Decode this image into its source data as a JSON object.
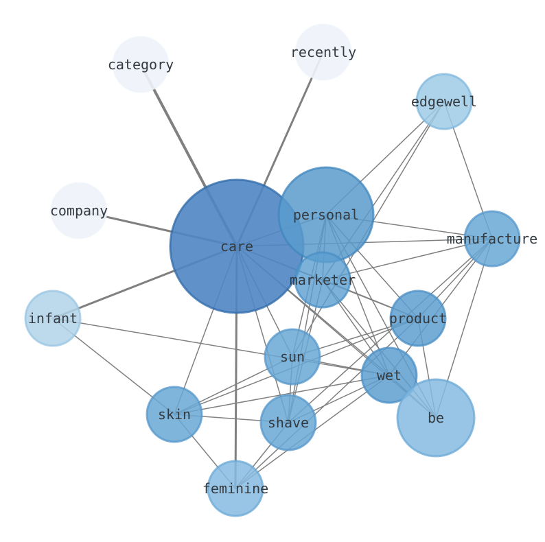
{
  "graph": {
    "nodes": [
      {
        "id": "care",
        "label": "care",
        "color": "#4f86c3",
        "stroke": "#2f6aa8",
        "opacity": 0.9
      },
      {
        "id": "personal",
        "label": "personal",
        "color": "#5a9bcc",
        "stroke": "#3f85bd",
        "opacity": 0.85
      },
      {
        "id": "marketer",
        "label": "marketer",
        "color": "#5b9fcf",
        "stroke": "#4a8fc5",
        "opacity": 0.8
      },
      {
        "id": "product",
        "label": "product",
        "color": "#5e9fcf",
        "stroke": "#4a8fc5",
        "opacity": 0.85
      },
      {
        "id": "wet",
        "label": "wet",
        "color": "#5e9fcf",
        "stroke": "#4a8fc5",
        "opacity": 0.85
      },
      {
        "id": "sun",
        "label": "sun",
        "color": "#6aa8d5",
        "stroke": "#5597cb",
        "opacity": 0.85
      },
      {
        "id": "shave",
        "label": "shave",
        "color": "#6aa8d5",
        "stroke": "#5597cb",
        "opacity": 0.85
      },
      {
        "id": "skin",
        "label": "skin",
        "color": "#6aa8d5",
        "stroke": "#5597cb",
        "opacity": 0.85
      },
      {
        "id": "manufacture",
        "label": "manufacture",
        "color": "#6aa8d5",
        "stroke": "#5597cb",
        "opacity": 0.85
      },
      {
        "id": "be",
        "label": "be",
        "color": "#86bbe0",
        "stroke": "#6aa8d5",
        "opacity": 0.85
      },
      {
        "id": "feminine",
        "label": "feminine",
        "color": "#86bbe0",
        "stroke": "#6aa8d5",
        "opacity": 0.85
      },
      {
        "id": "edgewell",
        "label": "edgewell",
        "color": "#9fcbe6",
        "stroke": "#7fb7dc",
        "opacity": 0.85
      },
      {
        "id": "infant",
        "label": "infant",
        "color": "#b1d3ea",
        "stroke": "#99c4e2",
        "opacity": 0.85
      },
      {
        "id": "category",
        "label": "category",
        "color": "#eef3fa",
        "stroke": "#eef3fa",
        "opacity": 0.9
      },
      {
        "id": "recently",
        "label": "recently",
        "color": "#eef3fa",
        "stroke": "#eef3fa",
        "opacity": 0.9
      },
      {
        "id": "company",
        "label": "company",
        "color": "#eef3fa",
        "stroke": "#eef3fa",
        "opacity": 0.9
      }
    ],
    "edges": [
      {
        "source": "care",
        "target": "category",
        "weight": 4
      },
      {
        "source": "care",
        "target": "recently",
        "weight": 3
      },
      {
        "source": "care",
        "target": "company",
        "weight": 3
      },
      {
        "source": "care",
        "target": "infant",
        "weight": 3
      },
      {
        "source": "care",
        "target": "feminine",
        "weight": 3
      },
      {
        "source": "care",
        "target": "personal",
        "weight": 1.5
      },
      {
        "source": "care",
        "target": "manufacture",
        "weight": 1.5
      },
      {
        "source": "care",
        "target": "marketer",
        "weight": 1.5
      },
      {
        "source": "care",
        "target": "product",
        "weight": 1.5
      },
      {
        "source": "care",
        "target": "wet",
        "weight": 1.5
      },
      {
        "source": "care",
        "target": "sun",
        "weight": 1.5
      },
      {
        "source": "care",
        "target": "shave",
        "weight": 1.5
      },
      {
        "source": "care",
        "target": "skin",
        "weight": 1.5
      },
      {
        "source": "care",
        "target": "be",
        "weight": 1.5
      },
      {
        "source": "personal",
        "target": "edgewell",
        "weight": 1.5
      },
      {
        "source": "personal",
        "target": "manufacture",
        "weight": 1.5
      },
      {
        "source": "personal",
        "target": "marketer",
        "weight": 1.5
      },
      {
        "source": "personal",
        "target": "product",
        "weight": 1.5
      },
      {
        "source": "personal",
        "target": "wet",
        "weight": 1.5
      },
      {
        "source": "personal",
        "target": "sun",
        "weight": 1.5
      },
      {
        "source": "personal",
        "target": "shave",
        "weight": 1.5
      },
      {
        "source": "personal",
        "target": "be",
        "weight": 1.5
      },
      {
        "source": "marketer",
        "target": "edgewell",
        "weight": 1.5
      },
      {
        "source": "marketer",
        "target": "manufacture",
        "weight": 1.5
      },
      {
        "source": "marketer",
        "target": "product",
        "weight": 2
      },
      {
        "source": "marketer",
        "target": "wet",
        "weight": 1.5
      },
      {
        "source": "marketer",
        "target": "shave",
        "weight": 1.5
      },
      {
        "source": "marketer",
        "target": "be",
        "weight": 1.5
      },
      {
        "source": "edgewell",
        "target": "manufacture",
        "weight": 1.5
      },
      {
        "source": "edgewell",
        "target": "sun",
        "weight": 1.5
      },
      {
        "source": "manufacture",
        "target": "product",
        "weight": 1.5
      },
      {
        "source": "manufacture",
        "target": "wet",
        "weight": 1.5
      },
      {
        "source": "manufacture",
        "target": "shave",
        "weight": 1.5
      },
      {
        "source": "manufacture",
        "target": "be",
        "weight": 1.5
      },
      {
        "source": "product",
        "target": "skin",
        "weight": 1.5
      },
      {
        "source": "product",
        "target": "sun",
        "weight": 1.5
      },
      {
        "source": "product",
        "target": "feminine",
        "weight": 1.5
      },
      {
        "source": "product",
        "target": "be",
        "weight": 1.5
      },
      {
        "source": "infant",
        "target": "wet",
        "weight": 1.5
      },
      {
        "source": "infant",
        "target": "skin",
        "weight": 1.5
      },
      {
        "source": "sun",
        "target": "skin",
        "weight": 1.5
      },
      {
        "source": "sun",
        "target": "wet",
        "weight": 1.5
      },
      {
        "source": "sun",
        "target": "shave",
        "weight": 1.5
      },
      {
        "source": "skin",
        "target": "shave",
        "weight": 1.5
      },
      {
        "source": "skin",
        "target": "wet",
        "weight": 1.5
      },
      {
        "source": "skin",
        "target": "feminine",
        "weight": 1.5
      },
      {
        "source": "wet",
        "target": "shave",
        "weight": 1.5
      },
      {
        "source": "wet",
        "target": "feminine",
        "weight": 1.5
      },
      {
        "source": "wet",
        "target": "be",
        "weight": 1.5
      },
      {
        "source": "shave",
        "target": "feminine",
        "weight": 1.5
      }
    ]
  }
}
